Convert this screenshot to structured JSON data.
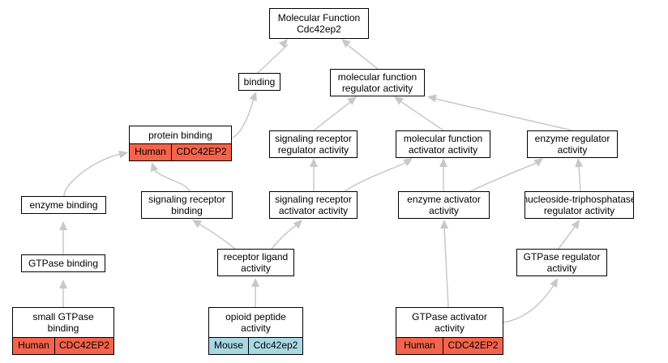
{
  "nodes": {
    "mf_root": {
      "lines": [
        "Molecular Function",
        "Cdc42ep2"
      ]
    },
    "binding": {
      "lines": [
        "binding"
      ]
    },
    "mf_reg": {
      "lines": [
        "molecular function",
        "regulator activity"
      ]
    },
    "protein_binding": {
      "lines": [
        "protein binding"
      ],
      "species": "Human",
      "gene": "CDC42EP2"
    },
    "sig_rec_reg": {
      "lines": [
        "signaling receptor",
        "regulator activity"
      ]
    },
    "mf_activator": {
      "lines": [
        "molecular function",
        "activator activity"
      ]
    },
    "enzyme_reg": {
      "lines": [
        "enzyme regulator",
        "activity"
      ]
    },
    "enzyme_binding": {
      "lines": [
        "enzyme binding"
      ]
    },
    "sig_rec_binding": {
      "lines": [
        "signaling receptor",
        "binding"
      ]
    },
    "sig_rec_activator": {
      "lines": [
        "signaling receptor",
        "activator activity"
      ]
    },
    "enzyme_activator": {
      "lines": [
        "enzyme activator",
        "activity"
      ]
    },
    "ntpase_reg": {
      "lines": [
        "nucleoside-triphosphatase",
        "regulator activity"
      ]
    },
    "gtpase_binding": {
      "lines": [
        "GTPase binding"
      ]
    },
    "receptor_ligand": {
      "lines": [
        "receptor ligand",
        "activity"
      ]
    },
    "gtpase_reg": {
      "lines": [
        "GTPase regulator",
        "activity"
      ]
    },
    "small_gtpase": {
      "lines": [
        "small GTPase",
        "binding"
      ],
      "species": "Human",
      "gene": "CDC42EP2"
    },
    "opioid": {
      "lines": [
        "opioid peptide",
        "activity"
      ],
      "species": "Mouse",
      "gene": "Cdc42ep2"
    },
    "gtpase_activator": {
      "lines": [
        "GTPase activator",
        "activity"
      ],
      "species": "Human",
      "gene": "CDC42EP2"
    }
  },
  "colors": {
    "edge": "#c8c8c8",
    "human": "#f4634b",
    "mouse": "#a8d8e4"
  }
}
